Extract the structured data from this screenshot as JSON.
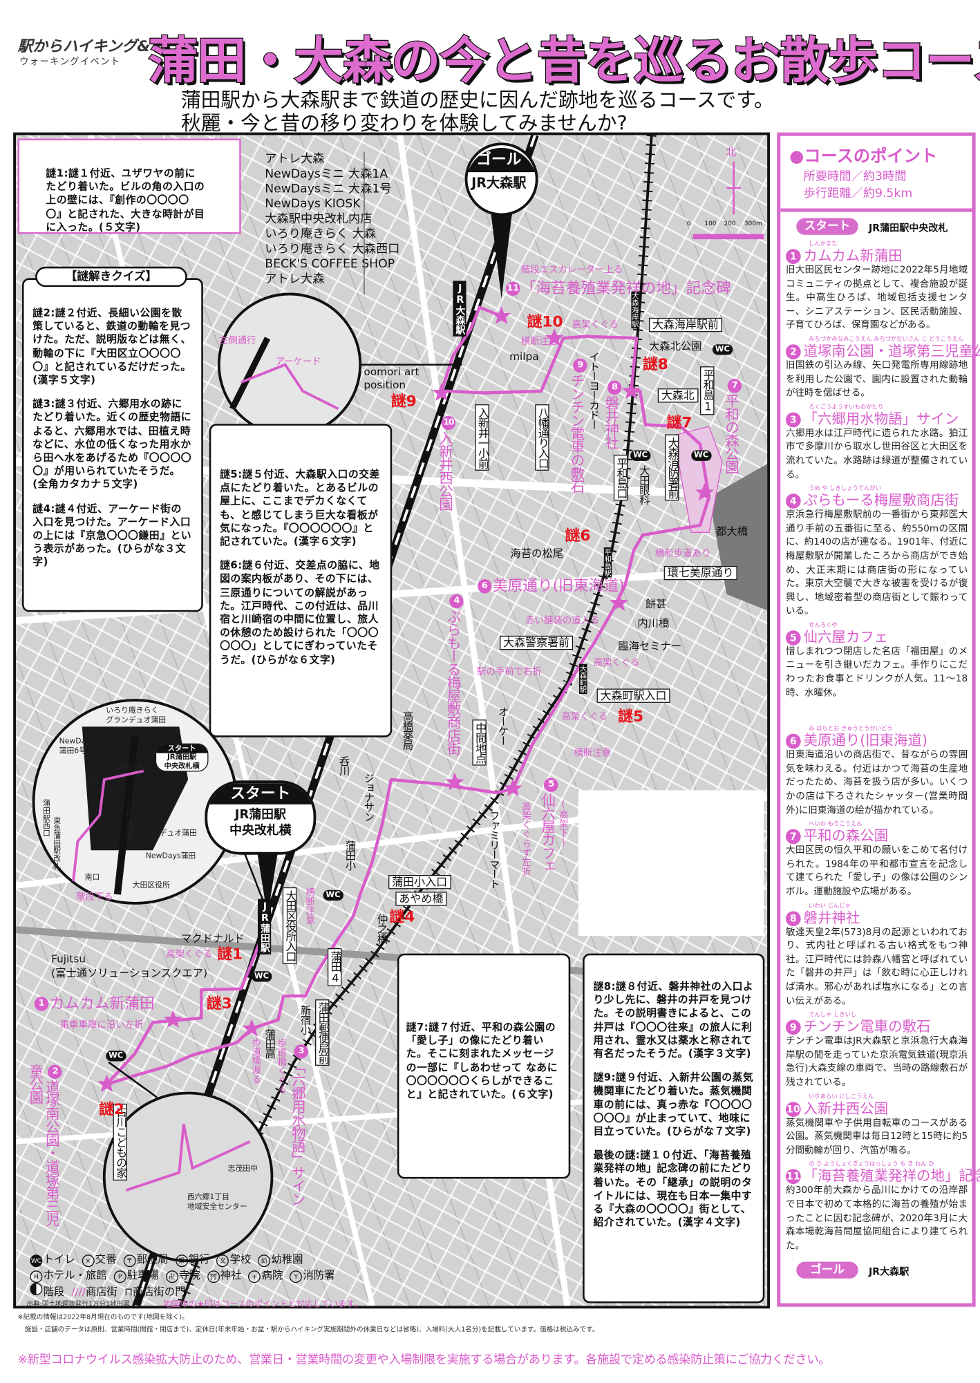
{
  "header": {
    "logo_line1": "駅からハイキング&",
    "logo_line2": "ウォーキングイベント",
    "title": "蒲田・大森の今と昔を巡るお散歩コース",
    "subtitle_lines": [
      "蒲田駅から大森駅まで鉄道の歴史に因んだ跡地を巡るコースです。",
      "秋麗・今と昔の移り変わりを体験してみませんか?"
    ]
  },
  "course": {
    "heading": "●コースのポイント",
    "time": "所要時間／約3時間",
    "distance": "歩行距離／約9.5km",
    "start_label": "スタート",
    "start_place": "JR蒲田駅中央改札",
    "goal_label": "ゴール",
    "goal_place": "JR大森駅",
    "points": [
      {
        "num": "1",
        "ruby": "しんかまた",
        "title": "カムカム新蒲田",
        "desc": "旧大田区民センター跡地に2022年5月地域コミュニティの拠点として、複合施設が誕生。中高生ひろば、地域包括支援センター、シニアステーション、区民活動施設、子育てひろば、保育園などがある。"
      },
      {
        "num": "2",
        "ruby": "みちづかみなみこうえん みちづかだいさん じ どうこうえん",
        "title": "道塚南公園・道塚第三児童公園",
        "desc": "旧国鉄の引込み線、矢口発電所専用線跡地を利用した公園で、園内に設置された動輪が往時を偲ばせる。"
      },
      {
        "num": "3",
        "ruby": "ろくごうようすいものがたり",
        "title": "「六郷用水物語」サイン",
        "desc": "六郷用水は江戸時代に造られた水路。狛江市で多摩川から取水し世田谷区と大田区を流れていた。水路跡は緑道が整備されている。"
      },
      {
        "num": "4",
        "ruby": "うめ や しきしょうてんがい",
        "title": "ぷらもーる梅屋敷商店街",
        "desc": "京浜急行梅屋敷駅前の一番街から東邦医大通り手前の五番街に至る、約550mの区間に、約140の店が連なる。1901年、付近に梅屋敷駅が開業したころから商店ができ始め、大正末期には商店街の形になっていた。東京大空襲で大きな被害を受けるが復興し、地域密着型の商店街として賑わっている。"
      },
      {
        "num": "5",
        "ruby": "せんろくや",
        "title": "仙六屋カフェ",
        "desc": "惜しまれつつ閉店した名店「福田屋」のメニューを引き継いだカフェ。手作りにこだわったお食事とドリンクが人気。11〜18時、水曜休。"
      },
      {
        "num": "6",
        "ruby": "み はらとお きゅうとうかいどう",
        "title": "美原通り(旧東海道)",
        "desc": "旧東海道沿いの商店街で、昔ながらの雰囲気を味わえる。付近はかつて海苔の生産地だったため、海苔を扱う店が多い。いくつかの店は下ろされたシャッター(営業時間外)に旧東海道の絵が描かれている。"
      },
      {
        "num": "7",
        "ruby": "へいわ もりこうえん",
        "title": "平和の森公園",
        "desc": "大田区民の恒久平和の願いをこめて名付けられた。1984年の平和都市宣言を記念して建てられた「愛し子」の像は公園のシンボル。運動施設や広場がある。"
      },
      {
        "num": "8",
        "ruby": "いわい じんじゃ",
        "title": "磐井神社",
        "desc": "敏達天皇2年(573)8月の起源といわれており、式内社と呼ばれる古い格式をもつ神社。江戸時代には鈴森八幡宮と呼ばれていた「磐井の井戸」は「飲む時に心正しければ清水。邪心があれば塩水になる」との言い伝えがある。"
      },
      {
        "num": "9",
        "ruby": "でんしゃ しきいし",
        "title": "チンチン電車の敷石",
        "desc": "チンチン電車はJR大森駅と京浜急行大森海岸駅の間を走っていた京浜電気鉄道(現京浜急行)大森支線の車両で、当時の路線敷石が残されている。"
      },
      {
        "num": "10",
        "ruby": "いりあらい にしこうえん",
        "title": "入新井西公園",
        "desc": "蒸気機関車や子供用自転車のコースがある公園。蒸気機関車は毎日12時と15時に約5分間動輪が回り、汽笛が鳴る。"
      },
      {
        "num": "11",
        "ruby": "の り ようしょくぎょうはっしょう ち き ねん ひ",
        "title": "「海苔養殖業発祥の地」記念碑",
        "desc": "約300年前大森から品川にかけての沿岸部で日本で初めて本格的に海苔の養殖が始まったことに因む記念碑が、2020年3月に大森本場乾海苔問屋協同組合により建てられた。"
      }
    ]
  },
  "quiz": {
    "title": "【謎解きクイズ】",
    "q1": "謎1:謎１付近、ユザワヤの前にたどり着いた。ビルの角の入口の上の壁には、『創作の〇〇〇〇〇』と記された、大きな時計が目に入った。(５文字)",
    "q2": "謎2:謎２付近、長細い公園を散策していると、鉄道の動輪を見つけた。ただ、説明版などは無く、動輪の下に『大田区立〇〇〇〇〇』と記されているだけだった。(漢字５文字)",
    "q3": "謎3:謎３付近、六郷用水の跡にたどり着いた。近くの歴史物語によると、六郷用水では、田植え時などに、水位の低くなった用水から田へ水をあげるため『〇〇〇〇〇』が用いられていたそうだ。(全角カタカナ５文字)",
    "q4": "謎4:謎４付近、アーケード街の入口を見つけた。アーケード入口の上には『京急〇〇〇鎌田』という表示があった。(ひらがな３文字)",
    "q5": "謎5:謎５付近、大森駅入口の交差点にたどり着いた。とあるビルの屋上に、ここまでデカくなくても、と感じてしまう巨大な看板が気になった。『〇〇〇〇〇〇』と記されていた。(漢字６文字)",
    "q6": "謎6:謎６付近、交差点の脇に、地図の案内板があり、その下には、三原通りについての解説があった。江戸時代、この付近は、品川宿と川崎宿の中間に位置し、旅人の休憩のため設けられた「〇〇〇〇〇〇」としてにぎわっていたそうだ。(ひらがな６文字)",
    "q7": "謎7:謎７付近、平和の森公園の「愛し子」の像にたどり着いた。そこに刻まれたメッセージの一部に『しあわせって なあに〇〇〇〇〇〇くらしができること』と記されていた。(６文字)",
    "q8": "謎8:謎８付近、磐井神社の入口より少し先に、磐井の井戸を見つけた。その説明書きによると、この井戸は『〇〇〇往来』の旅人に利用され、霊水又は薬水と称されて有名だったそうだ。(漢字３文字)",
    "q9": "謎9:謎９付近、入新井公園の蒸気機関車にたどり着いた。蒸気機関車の前には、真っ赤な『〇〇〇〇〇〇〇』が止まっていて、地味に目立っていた。(ひらがな７文字)",
    "q10": "最後の謎:謎１０付近、「海苔養殖業発祥の地」記念碑の前にたどり着いた。その「継承」の説明のタイトルには、現在も日本一集中する『大森の〇〇〇〇』街として、紹介されていた。(漢字４文字)"
  },
  "map": {
    "shops": "アトレ大森\nNewDaysミニ 大森1A\nNewDaysミニ 大森1号\nNewDays KIOSK\n大森駅中央改札内店\nいろり庵きらく 大森\nいろり庵きらく 大森西口\nBECK'S COFFEE SHOP\nアトレ大森",
    "goal": {
      "label": "ゴール",
      "place": "JR大森駅"
    },
    "start": {
      "label": "スタート",
      "place_line1": "JR蒲田駅",
      "place_line2": "中央改札横"
    },
    "north": "北",
    "scale": [
      "0",
      "100",
      "200",
      "300m"
    ],
    "wc": "WC",
    "labels": {
      "mcdonalds": "マクドナルド",
      "fujitsu": "Fujitsu",
      "fujitsu_sub": "(富士通ソリューションスクエア)",
      "oomori_art1": "oomori art",
      "oomori_art2": "position",
      "milpa": "milpa",
      "nori_matsuo": "海苔の松尾",
      "mochijin": "餅甚",
      "uchikawa": "内川橋",
      "rinkai": "臨海セミナー",
      "miyakobashi": "都大橋",
      "omorikita": "大森北",
      "omorikaigan_ekimae": "大森海岸駅前",
      "omorikita_park": "大森北公園",
      "kannana": "環七美原通り",
      "police": "大森警察署前",
      "omorimachi_iriguchi": "大森町駅入口",
      "kamatasho_iriguchi": "蒲田小入口",
      "ayamebashi": "あやめ橋",
      "iriarai1": "入新井一小前",
      "hachiman": "八幡通り入口",
      "heiwajima_guchi": "平和島口",
      "ganka": "大田眼科",
      "fire": "大森消防署前",
      "heiwajima1": "平和島1",
      "chukan": "中間地点",
      "okay": "オーケー",
      "takahashi": "高橋薬局",
      "jonathan": "ジョナサン",
      "familymart": "ファミリーマート",
      "kamatasho": "蒲田小",
      "nakanohashi": "仲之橋",
      "kuyakusho_iriguchi": "大田区役所入口",
      "kamata4": "蒲田4",
      "post_mae": "蒲田郵便局前",
      "kamata_high": "蒲田高",
      "shinjuku_sho": "新宿小",
      "furukawa": "古川こどもの家",
      "itoyokado": "イトーヨーカドー",
      "kagawa": "呑川",
      "in_irori1": "いろり庵きらく",
      "in_irori2": "グランデュオ蒲田",
      "in_nd1": "NewDaysミニ",
      "in_nd2": "蒲田6号",
      "in_chuo": "中央改札",
      "in_nishi": "西口",
      "in_nishiguchi": "蒲田駅西口",
      "in_tokyu": "東急蒲田駅改札",
      "in_minami": "南口",
      "in_jr": "JR蒲田駅",
      "in_granduo": "グランデュオ蒲田",
      "in_ndkamata": "NewDays蒲田",
      "in_kuyakusho": "大田区役所",
      "in_stairs": "階段下る",
      "in_start1": "スタート",
      "in_start2": "JR蒲田駅",
      "in_start3": "中央改札横",
      "in_shimoda": "志茂田中",
      "in_nishirokugo1": "西六郷1丁目",
      "in_nishirokugo2": "地域安全センター",
      "in_arcade": "アーケード",
      "in_left": "左側通行",
      "rail_omori": "JR大森駅",
      "rail_kamata": "JR蒲田駅",
      "rail_kaigan": "大森海岸駅",
      "rail_heiwajima": "平和島駅",
      "rail_omorimachi": "大森町駅",
      "r_escalator": "階段エスカレーター上る",
      "r_kouka1": "高架くぐる",
      "r_crossing1": "横断注意",
      "r_crosswalk": "横断歩道あり",
      "r_redpave": "赤い舗装の道入る",
      "r_kouka2": "高架くぐる",
      "r_rightturn": "駅の手前で右折",
      "r_kouka3": "高架くぐる",
      "r_crossing2": "横断注意",
      "r_noleft": "高架くぐらず左折",
      "r_kouka4": "高架くぐる",
      "r_depot": "電車車庫に沿い左折",
      "r_crossing3": "横断注意",
      "r_bridge1": "歩道橋渡る",
      "r_bridge2": "歩道橋くぐる",
      "r_undertrack": "(高架下)"
    },
    "nazo": [
      "謎1",
      "謎2",
      "謎3",
      "謎4",
      "謎5",
      "謎6",
      "謎7",
      "謎8",
      "謎9",
      "謎10"
    ]
  },
  "legend": {
    "row1": [
      "トイレ",
      "交番",
      "郵便局",
      "銀行",
      "学校",
      "幼稚園"
    ],
    "row2": [
      "ホテル・旅館",
      "駐車場",
      "寺院",
      "神社",
      "病院",
      "消防署"
    ],
    "row3": [
      "階段",
      "商店街",
      "商店街の門"
    ],
    "source": "出典:国土地理院発行1万分1地形図",
    "star_note": "地図中の★印はコースのポイントと対応しています。"
  },
  "footer": {
    "note1": "※記載の情報は2022年8月現在のものです(地図を除く)。",
    "note2": "施設・店舗のデータは原則、営業時間(開館・閉店まで)、定休日(年末年始・お盆・駅からハイキング実施期間外の休業日などは省略)、入場料(大人1名分)を記載しています。価格は税込みです。",
    "covid": "※新型コロナウイルス感染拡大防止のため、営業日・営業時間の変更や入場制限を実施する場合があります。各施設で定める感染防止策にご協力ください。"
  },
  "colors": {
    "accent": "#d95ccb",
    "nazo": "#e8141b",
    "border": "#d86ccc"
  }
}
